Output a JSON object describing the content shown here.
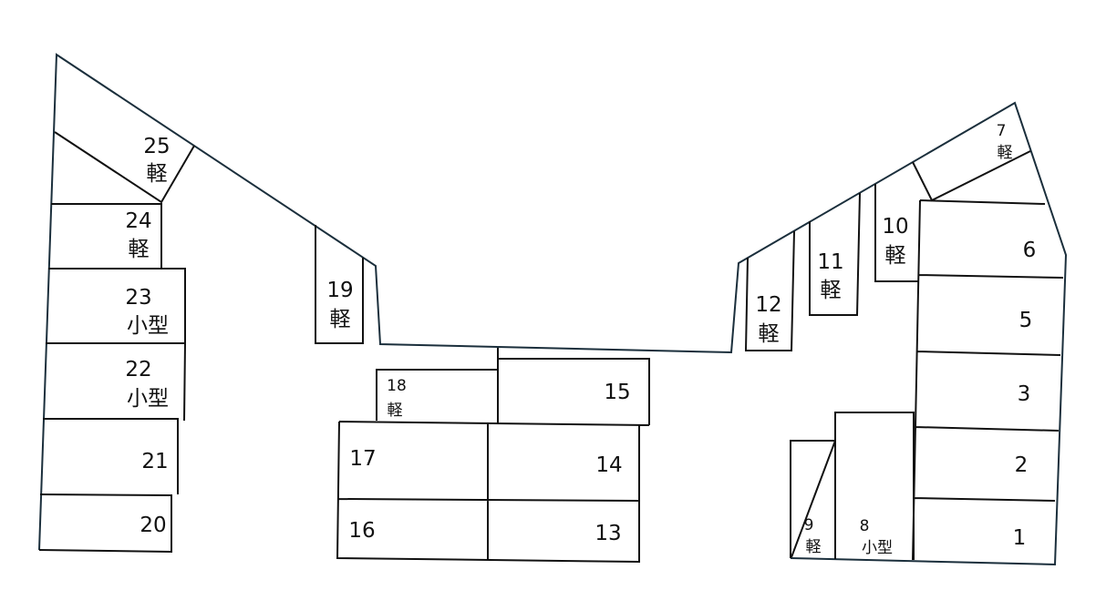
{
  "diagram": {
    "type": "parking-lot-layout",
    "stalls": [
      {
        "number": "1",
        "type": ""
      },
      {
        "number": "2",
        "type": ""
      },
      {
        "number": "3",
        "type": ""
      },
      {
        "number": "5",
        "type": ""
      },
      {
        "number": "6",
        "type": ""
      },
      {
        "number": "7",
        "type": "軽"
      },
      {
        "number": "8",
        "type": "小型"
      },
      {
        "number": "9",
        "type": "軽"
      },
      {
        "number": "10",
        "type": "軽"
      },
      {
        "number": "11",
        "type": "軽"
      },
      {
        "number": "12",
        "type": "軽"
      },
      {
        "number": "13",
        "type": ""
      },
      {
        "number": "14",
        "type": ""
      },
      {
        "number": "15",
        "type": ""
      },
      {
        "number": "16",
        "type": ""
      },
      {
        "number": "17",
        "type": ""
      },
      {
        "number": "18",
        "type": "軽"
      },
      {
        "number": "19",
        "type": "軽"
      },
      {
        "number": "20",
        "type": ""
      },
      {
        "number": "21",
        "type": ""
      },
      {
        "number": "22",
        "type": "小型"
      },
      {
        "number": "23",
        "type": "小型"
      },
      {
        "number": "24",
        "type": "軽"
      },
      {
        "number": "25",
        "type": "軽"
      }
    ],
    "colors": {
      "outline": "#1b2f3c",
      "stall_lines": "#111111"
    }
  }
}
